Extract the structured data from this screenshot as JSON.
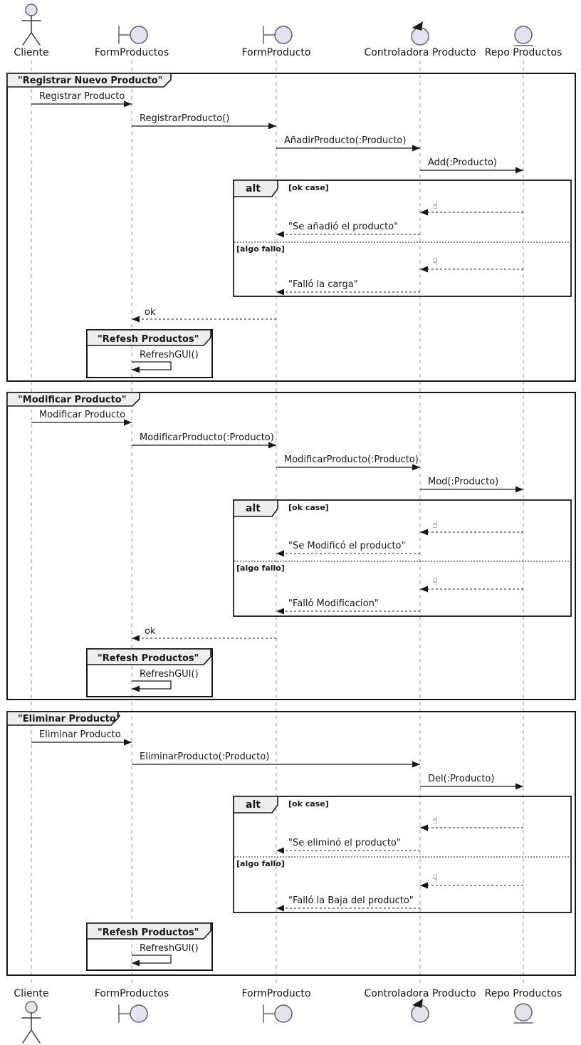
{
  "diagram_type": "uml-sequence",
  "participants": [
    {
      "label": "Cliente",
      "kind": "actor"
    },
    {
      "label": "FormProductos",
      "kind": "boundary"
    },
    {
      "label": "FormProducto",
      "kind": "boundary"
    },
    {
      "label": "Controladora Producto",
      "kind": "control"
    },
    {
      "label": "Repo Productos",
      "kind": "entity"
    }
  ],
  "icons": {
    "thumbs_up": "☝",
    "thumbs_down": "☟"
  },
  "colors": {
    "participant_fill": "#E2E2F0",
    "frame_header_fill": "#EEEEEE",
    "line_color": "#181818",
    "lifeline_color": "#999999"
  },
  "fragments": {
    "alt_label": "alt",
    "ok_guard": "[ok case]",
    "fail_guard": "[algo fallo]"
  },
  "groups": [
    {
      "title": "\"Registrar Nuevo Producto\"",
      "messages": {
        "m1": "Registrar Producto",
        "m2": "RegistrarProducto()",
        "m3": "AñadirProducto(:Producto)",
        "m4": "Add(:Producto)",
        "ok_reply": "\"Se añadió el producto\"",
        "fail_reply": "\"Falló la carga\"",
        "done": "ok"
      },
      "refresh": {
        "title": "\"Refesh Productos\"",
        "message": "RefreshGUI()"
      }
    },
    {
      "title": "\"Modificar Producto\"",
      "messages": {
        "m1": "Modificar Producto",
        "m2": "ModificarProducto(:Producto)",
        "m3": "ModificarProducto(:Producto)",
        "m4": "Mod(:Producto)",
        "ok_reply": "\"Se Modificó el producto\"",
        "fail_reply": "\"Falló Modificacion\"",
        "done": "ok"
      },
      "refresh": {
        "title": "\"Refesh Productos\"",
        "message": "RefreshGUI()"
      }
    },
    {
      "title": "\"Eliminar Producto\"",
      "messages": {
        "m1": "Eliminar Producto",
        "m2": "EliminarProducto(:Producto)",
        "m3": "Del(:Producto)",
        "ok_reply": "\"Se eliminó el producto\"",
        "fail_reply": "\"Falló la Baja del producto\""
      },
      "refresh": {
        "title": "\"Refesh Productos\"",
        "message": "RefreshGUI()"
      }
    }
  ]
}
